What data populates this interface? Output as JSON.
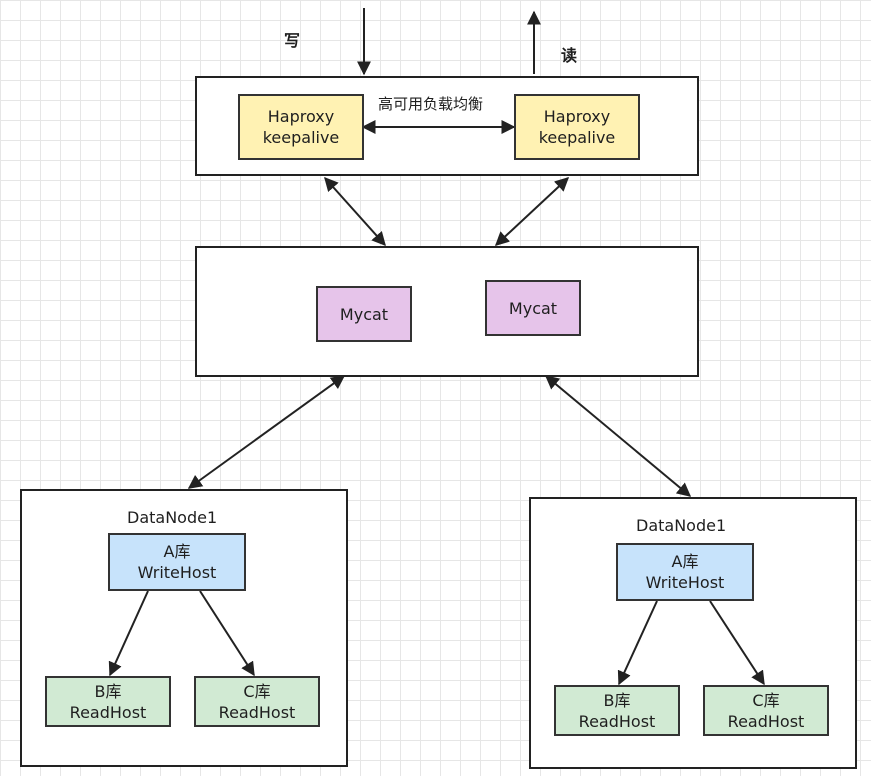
{
  "io": {
    "write_label": "写",
    "read_label": "读"
  },
  "lb_group": {
    "title": "高可用负载均衡",
    "left_node": {
      "line1": "Haproxy",
      "line2": "keepalive"
    },
    "right_node": {
      "line1": "Haproxy",
      "line2": "keepalive"
    }
  },
  "mycat_group": {
    "left_node": {
      "label": "Mycat"
    },
    "right_node": {
      "label": "Mycat"
    }
  },
  "datanode_left": {
    "title": "DataNode1",
    "write_host": {
      "line1": "A库",
      "line2": "WriteHost"
    },
    "read_host_b": {
      "line1": "B库",
      "line2": "ReadHost"
    },
    "read_host_c": {
      "line1": "C库",
      "line2": "ReadHost"
    }
  },
  "datanode_right": {
    "title": "DataNode1",
    "write_host": {
      "line1": "A库",
      "line2": "WriteHost"
    },
    "read_host_b": {
      "line1": "B库",
      "line2": "ReadHost"
    },
    "read_host_c": {
      "line1": "C库",
      "line2": "ReadHost"
    }
  },
  "colors": {
    "haproxy_fill": "#fff2b3",
    "mycat_fill": "#e6c4ea",
    "write_host_fill": "#c7e3fb",
    "read_host_fill": "#d1ead3",
    "edge": "#222222"
  }
}
